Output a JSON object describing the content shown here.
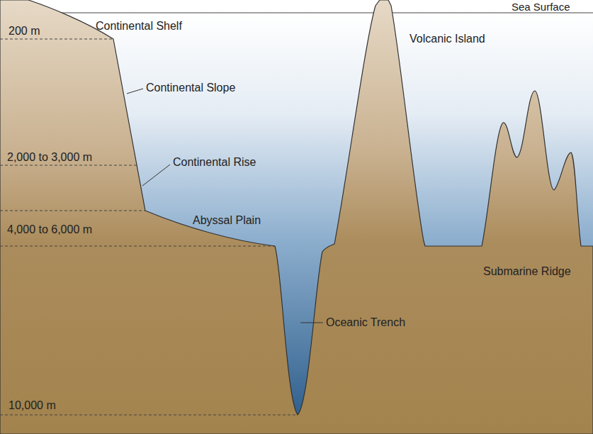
{
  "diagram": {
    "labels": [
      "Sea Surface",
      "200 m",
      "Continental Shelf",
      "Volcanic Island",
      "Continental Slope",
      "2,000 to 3,000 m",
      "Continental Rise",
      "Abyssal Plain",
      "4,000 to 6,000 m",
      "Submarine Ridge",
      "Oceanic Trench",
      "10,000 m"
    ]
  }
}
